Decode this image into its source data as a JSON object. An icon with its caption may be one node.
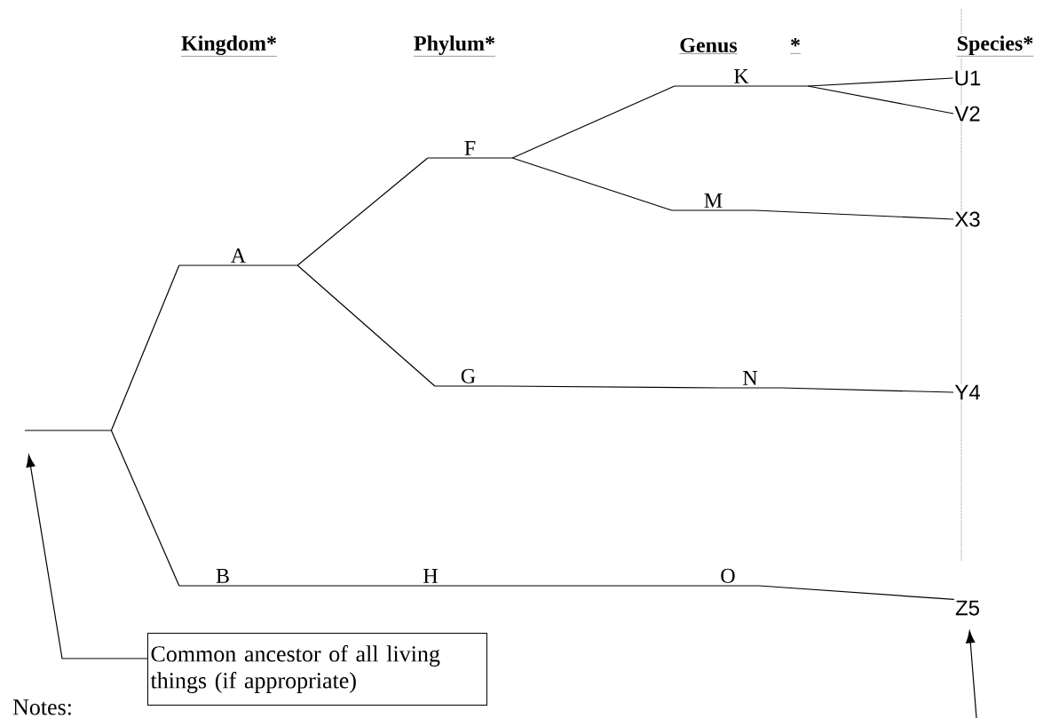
{
  "diagram": {
    "nodes": [
      {
        "text": [],
        "shape": "bar"
      },
      {
        "text": [
          "A"
        ]
      },
      {
        "text": [
          "B"
        ]
      },
      {
        "text": [
          "F"
        ]
      },
      {
        "text": [
          "G"
        ]
      },
      {
        "text": [
          "H"
        ]
      },
      {
        "text": [
          "K"
        ]
      },
      {
        "text": [
          "M"
        ]
      },
      {
        "text": [
          "N"
        ]
      },
      {
        "text": [
          "O"
        ]
      },
      {
        "text": [
          "U1"
        ]
      },
      {
        "text": [
          "V2"
        ]
      },
      {
        "text": [
          "X3"
        ]
      },
      {
        "text": [
          "Y4"
        ]
      },
      {
        "text": [
          "Z5"
        ]
      },
      {
        "text": [
          "Common ancestor of all living things (if appropriate)"
        ]
      }
    ],
    "edges": [
      {
        "from": 0,
        "to": 1,
        "arrow": "none"
      },
      {
        "from": 0,
        "to": 2,
        "arrow": "none"
      },
      {
        "from": 1,
        "to": 3,
        "arrow": "none"
      },
      {
        "from": 1,
        "to": 4,
        "arrow": "none"
      },
      {
        "from": 3,
        "to": 6,
        "arrow": "none"
      },
      {
        "from": 3,
        "to": 7,
        "arrow": "none"
      },
      {
        "from": 6,
        "to": 10,
        "arrow": "none"
      },
      {
        "from": 6,
        "to": 11,
        "arrow": "none"
      },
      {
        "from": 7,
        "to": 12,
        "arrow": "none"
      },
      {
        "from": 4,
        "to": 8,
        "arrow": "none"
      },
      {
        "from": 8,
        "to": 13,
        "arrow": "none"
      },
      {
        "from": 2,
        "to": 5,
        "arrow": "none"
      },
      {
        "from": 5,
        "to": 9,
        "arrow": "none"
      },
      {
        "from": 9,
        "to": 14,
        "arrow": "none"
      },
      {
        "from": 15,
        "to": 0,
        "arrow": "to"
      },
      {
        "from": null,
        "to": 14,
        "arrow": "to"
      }
    ],
    "labels": [
      "Kingdom*",
      "Phylum*",
      "Genus",
      "*",
      "Species*",
      "Notes:"
    ]
  }
}
